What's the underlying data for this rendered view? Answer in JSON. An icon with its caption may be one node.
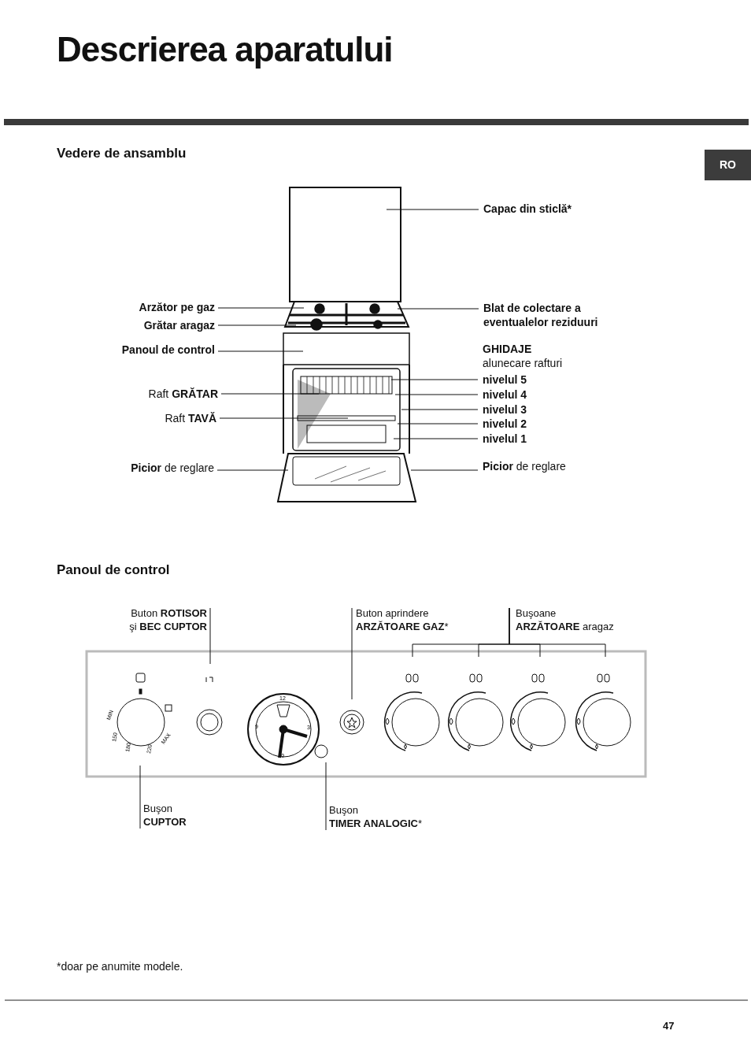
{
  "diagram": {
    "title": "Descrierea aparatului",
    "nodes": [
      {
        "text": [
          "Capac din sticlă*"
        ]
      },
      {
        "text": [
          "**Arzător pe gaz**"
        ]
      },
      {
        "text": [
          "**Grătar aragaz**"
        ]
      },
      {
        "text": [
          "**Panoul de control**"
        ]
      },
      {
        "text": [
          "Raft **GRĂTAR**"
        ]
      },
      {
        "text": [
          "Raft **TAVĂ**"
        ]
      },
      {
        "text": [
          "**Picior** de reglare"
        ]
      },
      {
        "text": [
          "Blat de colectare a eventualelor reziduuri"
        ]
      },
      {
        "text": [
          "nivelul 5"
        ]
      },
      {
        "text": [
          "nivelul 4"
        ]
      },
      {
        "text": [
          "nivelul 3"
        ]
      },
      {
        "text": [
          "nivelul 2"
        ]
      },
      {
        "text": [
          "nivelul 1"
        ]
      },
      {
        "text": [
          "**Picior** de reglare"
        ]
      },
      {
        "text": [
          "Buton **ROTISOR**",
          "şi **BEC CUPTOR**"
        ]
      },
      {
        "text": [
          "Buton aprindere",
          "**ARZĂTOARE GAZ***"
        ]
      },
      {
        "text": [
          "Buşoane",
          "**ARZĂTOARE** aragaz"
        ]
      },
      {
        "text": [
          "Buşon",
          "**CUPTOR**"
        ]
      },
      {
        "text": [
          "Buşon",
          "**TIMER ANALOGIC***"
        ]
      }
    ],
    "edges": [
      {
        "from": 0,
        "to": null,
        "arrow": "none"
      },
      {
        "from": 1,
        "to": null,
        "arrow": "none"
      },
      {
        "from": 2,
        "to": null,
        "arrow": "none"
      },
      {
        "from": 3,
        "to": null,
        "arrow": "none"
      },
      {
        "from": 4,
        "to": null,
        "arrow": "none"
      },
      {
        "from": 5,
        "to": null,
        "arrow": "none"
      },
      {
        "from": 6,
        "to": null,
        "arrow": "none"
      },
      {
        "from": 7,
        "to": null,
        "arrow": "none"
      },
      {
        "from": 8,
        "to": null,
        "arrow": "none"
      },
      {
        "from": 9,
        "to": null,
        "arrow": "none"
      },
      {
        "from": 10,
        "to": null,
        "arrow": "none"
      },
      {
        "from": 11,
        "to": null,
        "arrow": "none"
      },
      {
        "from": 12,
        "to": null,
        "arrow": "none"
      },
      {
        "from": 13,
        "to": null,
        "arrow": "none"
      },
      {
        "from": 14,
        "to": null,
        "arrow": "none"
      },
      {
        "from": 15,
        "to": null,
        "arrow": "none"
      },
      {
        "from": 16,
        "to": null,
        "arrow": "none"
      },
      {
        "from": 16,
        "to": null,
        "arrow": "none"
      },
      {
        "from": 16,
        "to": null,
        "arrow": "none"
      },
      {
        "from": 16,
        "to": null,
        "arrow": "none"
      },
      {
        "from": 17,
        "to": null,
        "arrow": "none"
      },
      {
        "from": 18,
        "to": null,
        "arrow": "none"
      }
    ],
    "labels": [
      "RO",
      "Vedere de ansamblu",
      "GHIDAJE",
      "alunecare rafturi",
      "Panoul de control",
      "MIN",
      "150",
      "180",
      "220",
      "MAX",
      "12",
      "3",
      "6",
      "9",
      "*doar pe anumite modele.",
      "47"
    ]
  }
}
